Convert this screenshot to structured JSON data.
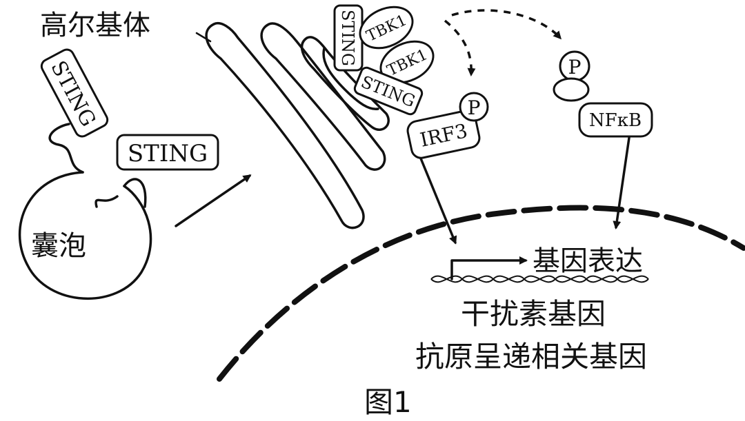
{
  "labels": {
    "golgi": "高尔基体",
    "vesicle": "囊泡",
    "gene_expression": "基因表达",
    "interferon_gene": "干扰素基因",
    "antigen_gene": "抗原呈递相关基因",
    "figure": "图1"
  },
  "proteins": {
    "sting": "STING",
    "tbk1": "TBK1",
    "irf3": "IRF3",
    "nfkb": "NFκB",
    "phospho": "P"
  }
}
